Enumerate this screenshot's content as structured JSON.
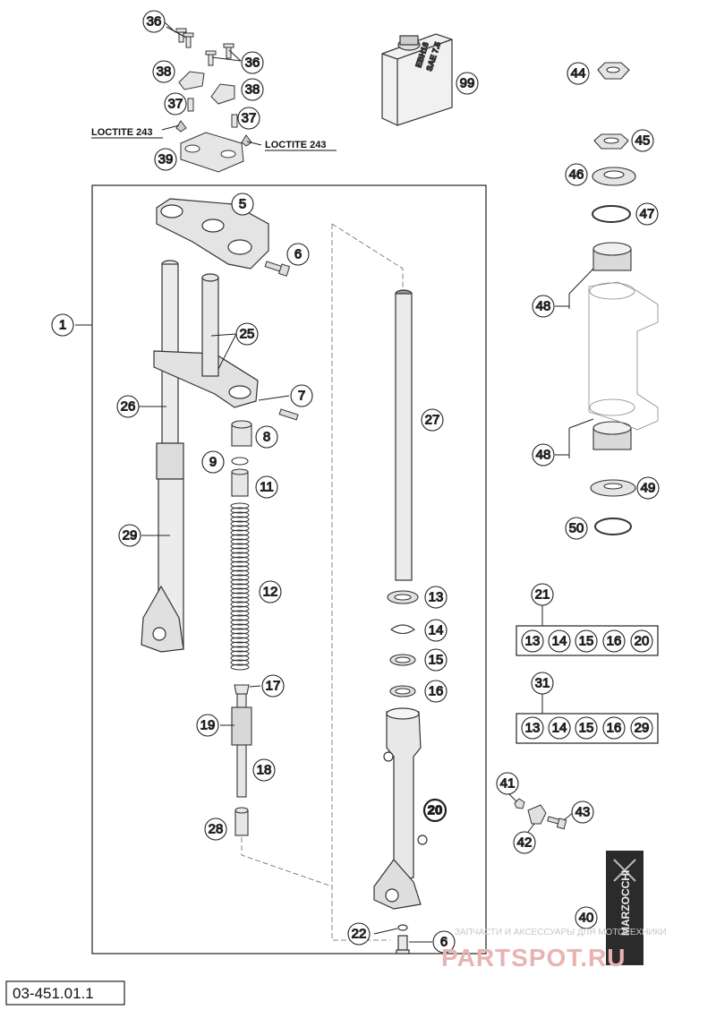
{
  "doc_number": "03-451.01.1",
  "loctite_label": "LOCTITE 243",
  "oil_can": {
    "line1": "EBH16",
    "line2": "SAE 7.5"
  },
  "kit_21": {
    "number": "21",
    "items": [
      "13",
      "14",
      "15",
      "16",
      "20"
    ]
  },
  "kit_31": {
    "number": "31",
    "items": [
      "13",
      "14",
      "15",
      "16",
      "29"
    ]
  },
  "brand_logo": "MARZOCCHI",
  "watermark": {
    "top": "ЗАПЧАСТИ И АКСЕССУАРЫ ДЛЯ МОТОТЕХНИКИ",
    "big": "PARTSPOT.RU"
  },
  "callouts": {
    "c1": "1",
    "c5": "5",
    "c6a": "6",
    "c6b": "6",
    "c7": "7",
    "c8": "8",
    "c9": "9",
    "c11": "11",
    "c12": "12",
    "c13": "13",
    "c14": "14",
    "c15": "15",
    "c16": "16",
    "c17": "17",
    "c18": "18",
    "c19": "19",
    "c20": "20",
    "c22": "22",
    "c25": "25",
    "c26": "26",
    "c27": "27",
    "c28": "28",
    "c29": "29",
    "c36a": "36",
    "c36b": "36",
    "c37a": "37",
    "c37b": "37",
    "c38a": "38",
    "c38b": "38",
    "c39": "39",
    "c40": "40",
    "c41": "41",
    "c42": "42",
    "c43": "43",
    "c44": "44",
    "c45": "45",
    "c46": "46",
    "c47": "47",
    "c48a": "48",
    "c48b": "48",
    "c49": "49",
    "c50": "50",
    "c99": "99"
  }
}
